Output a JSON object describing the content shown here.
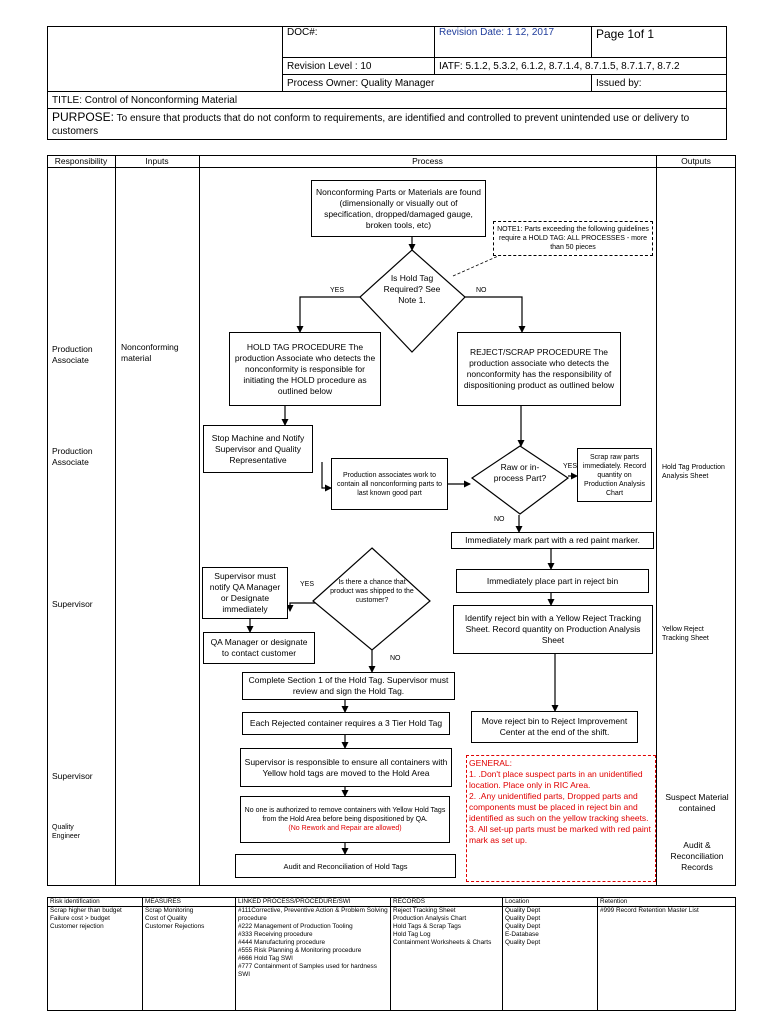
{
  "header": {
    "doc_label": "DOC#:",
    "revision_date": "Revision Date:  1 12, 2017",
    "page": "Page 1of 1",
    "revision_level": "Revision Level :  10",
    "iatf": "IATF: 5.1.2, 5.3.2, 6.1.2, 8.7.1.4, 8.7.1.5, 8.7.1.7, 8.7.2",
    "process_owner": "Process Owner: Quality Manager",
    "issued_by": "Issued by:",
    "title": "TITLE: Control of Nonconforming Material",
    "purpose_label": "PURPOSE:",
    "purpose_text": " To  ensure that products that do not conform to requirements, are identified and controlled to prevent unintended use or delivery to customers"
  },
  "columns": [
    "Responsibility",
    "Inputs",
    "Process",
    "Outputs"
  ],
  "responsibility": [
    "Production Associate",
    "Production Associate",
    "Supervisor",
    "Supervisor",
    "Quality Engineer"
  ],
  "inputs": [
    "Nonconforming material"
  ],
  "outputs": {
    "hold_tag": "Hold Tag Production Analysis Sheet",
    "yellow": "Yellow Reject Tracking Sheet",
    "suspect": "Suspect Material contained",
    "audit": "Audit & Reconciliation Records"
  },
  "process": {
    "start": "Nonconforming Parts or Materials are found (dimensionally or visually out of specification, dropped/damaged gauge, broken tools, etc)",
    "note": "NOTE1: Parts exceeding the following guidelines require a HOLD TAG: ALL PROCESSES - more than 50 pieces",
    "decision1": "Is Hold Tag Required? See Note 1.",
    "yes": "YES",
    "no": "NO",
    "hold_proc": "HOLD TAG PROCEDURE The production Associate who detects the nonconformity is responsible for initiating the HOLD procedure as outlined below",
    "reject_proc": "REJECT/SCRAP PROCEDURE The production associate who detects the nonconformity has the responsibility of dispositioning product as outlined below",
    "stop_machine": "Stop Machine and Notify Supervisor and Quality Representative",
    "contain": "Production associates work to contain all nonconforming parts to last known good part",
    "decision2": "Raw or in-process Part?",
    "scrap_raw": "Scrap raw parts immediately. Record quantity on Production Analysis Chart",
    "mark_red": "Immediately mark part with a red paint marker.",
    "reject_bin": "Immediately place part in reject bin",
    "identify_bin": "Identify reject bin with a Yellow Reject Tracking Sheet.  Record quantity on Production Analysis Sheet",
    "decision3": "Is there a chance that product was shipped to the customer?",
    "notify_qa": "Supervisor must notify QA Manager or Designate immediately",
    "contact_customer": "QA Manager or designate to contact customer",
    "complete_section": "Complete Section 1 of the Hold Tag.  Supervisor must review and sign the Hold Tag.",
    "three_tier": "Each Rejected container requires a 3 Tier Hold Tag",
    "move_bin": "Move reject bin to Reject Improvement Center at the end of the shift.",
    "hold_area": "Supervisor is responsible to ensure all containers with Yellow hold tags are moved to the Hold Area",
    "no_one": "No one is authorized to remove containers with Yellow Hold Tags  from the  Hold Area before being dispositioned by QA.",
    "no_rework": "(No Rework and Repair are allowed)",
    "audit": "Audit and Reconciliation of Hold Tags",
    "general_title": "GENERAL:",
    "general_1": "1. .Don't place suspect parts in an unidentified location. Place only in RIC Area.",
    "general_2": "2. .Any unidentified parts, Dropped parts and components must be placed in reject bin and identified as such on the yellow tracking sheets.",
    "general_3": "3. All set-up parts must be marked with red paint mark as set up."
  },
  "bottom": {
    "headers": [
      "Risk identification",
      "MEASURES",
      "LINKED PROCESS/PROCEDURE/SWI",
      "RECORDS",
      "Location",
      "Retention"
    ],
    "risk": [
      "Scrap higher than budget",
      "Failure cost > budget",
      "Customer rejection"
    ],
    "measures": [
      "Scrap Monitoring",
      "Cost of Quality",
      "Customer Rejections"
    ],
    "linked": [
      "#111Corrective, Preventive Action & Problem Solving procedure",
      "#222 Management of Production Tooling",
      "#333 Receiving procedure",
      "#444 Manufacturing procedure",
      "#555 Risk Planning & Monitoring procedure",
      "#666 Hold Tag SWI",
      "#777 Containment of Samples used for hardness SWI"
    ],
    "records": [
      "Reject Tracking Sheet",
      "Production Analysis Chart",
      "Hold Tags & Scrap Tags",
      "Hold Tag Log",
      "Containment Worksheets & Charts"
    ],
    "location": [
      "Quality Dept",
      "Quality Dept",
      "Quality Dept",
      "E-Database",
      "Quality Dept"
    ],
    "retention": [
      "#999 Record Retention Master List"
    ]
  },
  "colors": {
    "revision_date": "#1f3c9c",
    "general": "#e00000"
  }
}
